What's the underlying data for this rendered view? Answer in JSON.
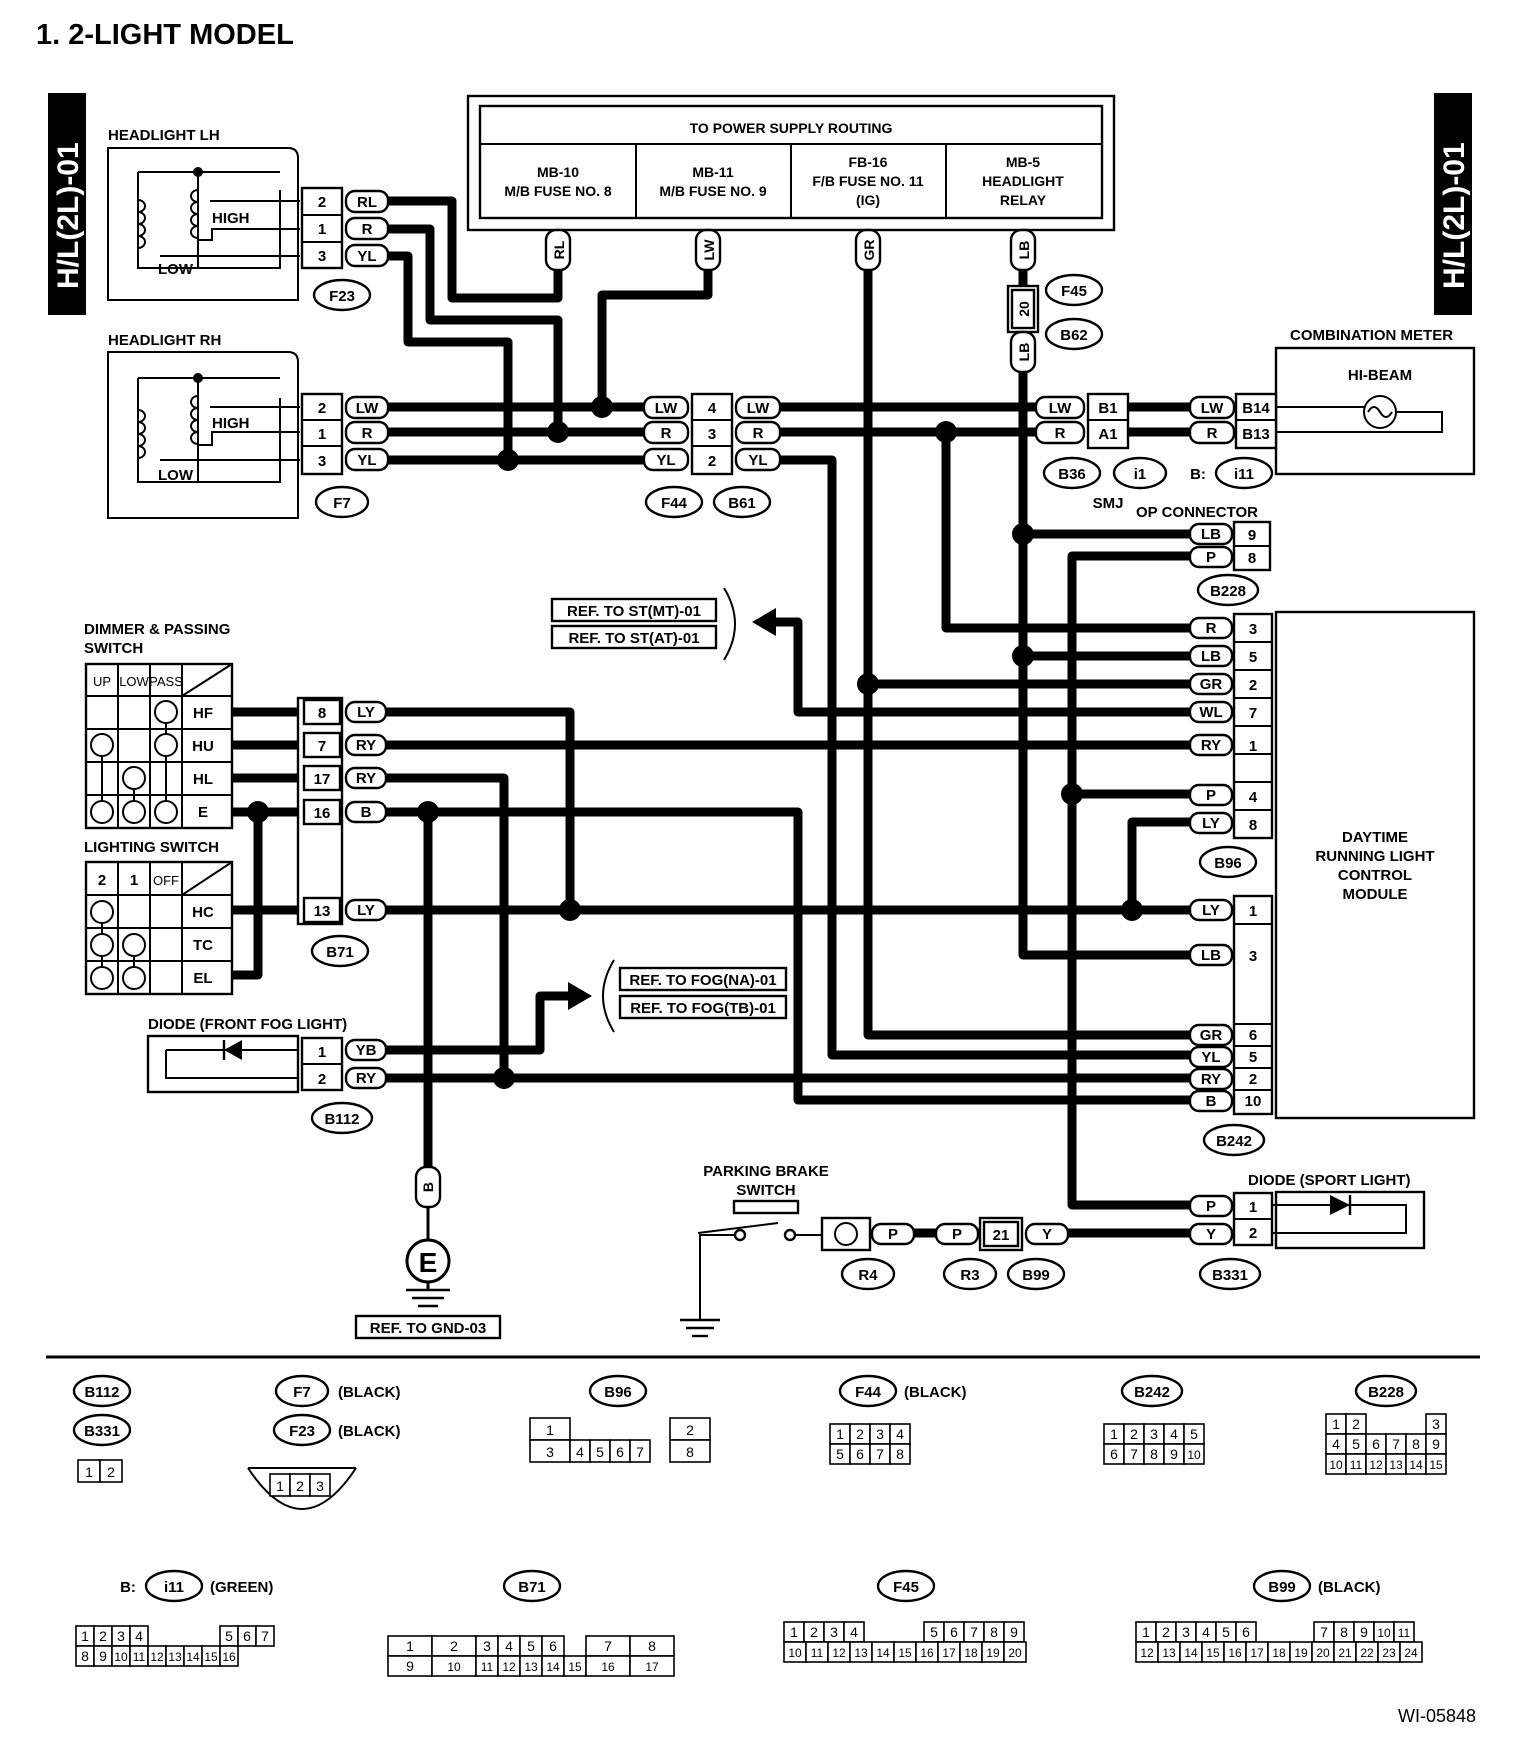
{
  "heading": "1.  2-LIGHT MODEL",
  "side_tab": "H/L(2L)-01",
  "figure_id": "WI-05848",
  "power": {
    "title": "TO POWER SUPPLY ROUTING",
    "sources": [
      {
        "l1": "MB-10",
        "l2": "M/B FUSE NO. 8",
        "l3": "",
        "wire": "RL"
      },
      {
        "l1": "MB-11",
        "l2": "M/B FUSE NO. 9",
        "l3": "",
        "wire": "LW"
      },
      {
        "l1": "FB-16",
        "l2": "F/B FUSE NO. 11",
        "l3": "(IG)",
        "wire": "GR"
      },
      {
        "l1": "MB-5",
        "l2": "HEADLIGHT",
        "l3": "RELAY",
        "wire": "LB"
      }
    ]
  },
  "components": {
    "headlight_lh": "HEADLIGHT LH",
    "headlight_rh": "HEADLIGHT RH",
    "high": "HIGH",
    "low": "LOW",
    "combination_meter": "COMBINATION METER",
    "hi_beam": "HI-BEAM",
    "op_connector": "OP CONNECTOR",
    "smj": "SMJ",
    "b_prefix": "B:",
    "dimmer_l1": "DIMMER & PASSING",
    "dimmer_l2": "SWITCH",
    "lighting_switch": "LIGHTING SWITCH",
    "diode_fog": "DIODE (FRONT FOG LIGHT)",
    "parking_l1": "PARKING BRAKE",
    "parking_l2": "SWITCH",
    "diode_sport": "DIODE (SPORT LIGHT)",
    "drl_l1": "DAYTIME",
    "drl_l2": "RUNNING LIGHT",
    "drl_l3": "CONTROL",
    "drl_l4": "MODULE",
    "ground_symbol": "E"
  },
  "switch_tables": {
    "dimmer_cols": [
      "UP",
      "LOW",
      "PASS"
    ],
    "dimmer_rows": [
      "HF",
      "HU",
      "HL",
      "E"
    ],
    "lighting_cols": [
      "2",
      "1",
      "OFF"
    ],
    "lighting_rows": [
      "HC",
      "TC",
      "EL"
    ]
  },
  "refs": {
    "st_mt": "REF. TO ST(MT)-01",
    "st_at": "REF. TO ST(AT)-01",
    "fog_na": "REF. TO FOG(NA)-01",
    "fog_tb": "REF. TO FOG(TB)-01",
    "gnd": "REF. TO GND-03"
  },
  "connectors": {
    "F23": "F23",
    "F7": "F7",
    "F44": "F44",
    "B61": "B61",
    "F45": "F45",
    "B62": "B62",
    "B36": "B36",
    "i1": "i1",
    "i11": "i11",
    "B228": "B228",
    "B96": "B96",
    "B71": "B71",
    "B112": "B112",
    "B242": "B242",
    "R4": "R4",
    "R3": "R3",
    "B99": "B99",
    "B331": "B331"
  },
  "wires": {
    "lh": [
      {
        "pin": "2",
        "color": "RL"
      },
      {
        "pin": "1",
        "color": "R"
      },
      {
        "pin": "3",
        "color": "YL"
      }
    ],
    "rh": [
      {
        "pin": "2",
        "color": "LW"
      },
      {
        "pin": "1",
        "color": "R"
      },
      {
        "pin": "3",
        "color": "YL"
      }
    ],
    "f44": [
      {
        "left": "LW",
        "pin": "4",
        "right": "LW"
      },
      {
        "left": "R",
        "pin": "3",
        "right": "R"
      },
      {
        "left": "YL",
        "pin": "2",
        "right": "YL"
      }
    ],
    "f45_pin": "20",
    "lb": "LB",
    "b36": [
      {
        "color": "LW",
        "pin": "B1"
      },
      {
        "color": "R",
        "pin": "A1"
      }
    ],
    "meter": [
      {
        "color": "LW",
        "pin": "B14"
      },
      {
        "color": "R",
        "pin": "B13"
      }
    ],
    "b228": [
      {
        "color": "LB",
        "pin": "9"
      },
      {
        "color": "P",
        "pin": "8"
      }
    ],
    "b96": [
      {
        "color": "R",
        "pin": "3"
      },
      {
        "color": "LB",
        "pin": "5"
      },
      {
        "color": "GR",
        "pin": "2"
      },
      {
        "color": "WL",
        "pin": "7"
      },
      {
        "color": "RY",
        "pin": "1"
      },
      {
        "color": "P",
        "pin": "4"
      },
      {
        "color": "LY",
        "pin": "8"
      }
    ],
    "b242": [
      {
        "color": "LY",
        "pin": "1"
      },
      {
        "color": "LB",
        "pin": "3"
      },
      {
        "color": "GR",
        "pin": "6"
      },
      {
        "color": "YL",
        "pin": "5"
      },
      {
        "color": "RY",
        "pin": "2"
      },
      {
        "color": "B",
        "pin": "10"
      }
    ],
    "b71": [
      {
        "pin": "8",
        "color": "LY"
      },
      {
        "pin": "7",
        "color": "RY"
      },
      {
        "pin": "17",
        "color": "RY"
      },
      {
        "pin": "16",
        "color": "B"
      },
      {
        "pin": "13",
        "color": "LY"
      }
    ],
    "b112": [
      {
        "pin": "1",
        "color": "YB"
      },
      {
        "pin": "2",
        "color": "RY"
      }
    ],
    "gnd_wire": "B",
    "parking": {
      "r4": "P",
      "r3": "P",
      "b99_pin": "21",
      "b99": "Y"
    },
    "b331": [
      {
        "color": "P",
        "pin": "1"
      },
      {
        "color": "Y",
        "pin": "2"
      }
    ]
  },
  "faces": {
    "black": "(BLACK)",
    "green": "(GREEN)",
    "b112_pins": [
      "1",
      "2"
    ],
    "f7_pins": [
      "1",
      "2",
      "3"
    ],
    "b96_top": [
      "1",
      "2"
    ],
    "b96_bot": [
      "3",
      "4",
      "5",
      "6",
      "7",
      "8"
    ],
    "f44_top": [
      "1",
      "2",
      "3",
      "4"
    ],
    "f44_bot": [
      "5",
      "6",
      "7",
      "8"
    ],
    "b242_top": [
      "1",
      "2",
      "3",
      "4",
      "5"
    ],
    "b242_bot": [
      "6",
      "7",
      "8",
      "9",
      "10"
    ],
    "b228_top_l": [
      "1",
      "2"
    ],
    "b228_top_r": [
      "3"
    ],
    "b228_bot": [
      "4",
      "5",
      "6",
      "7",
      "8",
      "9",
      "10",
      "11",
      "12",
      "13",
      "14",
      "15"
    ],
    "i11_top_l": [
      "1",
      "2",
      "3",
      "4"
    ],
    "i11_top_r": [
      "5",
      "6",
      "7"
    ],
    "i11_bot": [
      "8",
      "9",
      "10",
      "11",
      "12",
      "13",
      "14",
      "15",
      "16"
    ],
    "b71_top": [
      "1",
      "2",
      "3",
      "4",
      "5",
      "6",
      "7",
      "8"
    ],
    "b71_bot": [
      "9",
      "10",
      "11",
      "12",
      "13",
      "14",
      "15",
      "16",
      "17"
    ],
    "f45_top_l": [
      "1",
      "2",
      "3",
      "4"
    ],
    "f45_top_r": [
      "5",
      "6",
      "7",
      "8",
      "9"
    ],
    "f45_bot": [
      "10",
      "11",
      "12",
      "13",
      "14",
      "15",
      "16",
      "17",
      "18",
      "19",
      "20"
    ],
    "b99_top_l": [
      "1",
      "2",
      "3",
      "4",
      "5",
      "6"
    ],
    "b99_top_r": [
      "7",
      "8",
      "9",
      "10",
      "11"
    ],
    "b99_bot": [
      "12",
      "13",
      "14",
      "15",
      "16",
      "17",
      "18",
      "19",
      "20",
      "21",
      "22",
      "23",
      "24"
    ]
  }
}
